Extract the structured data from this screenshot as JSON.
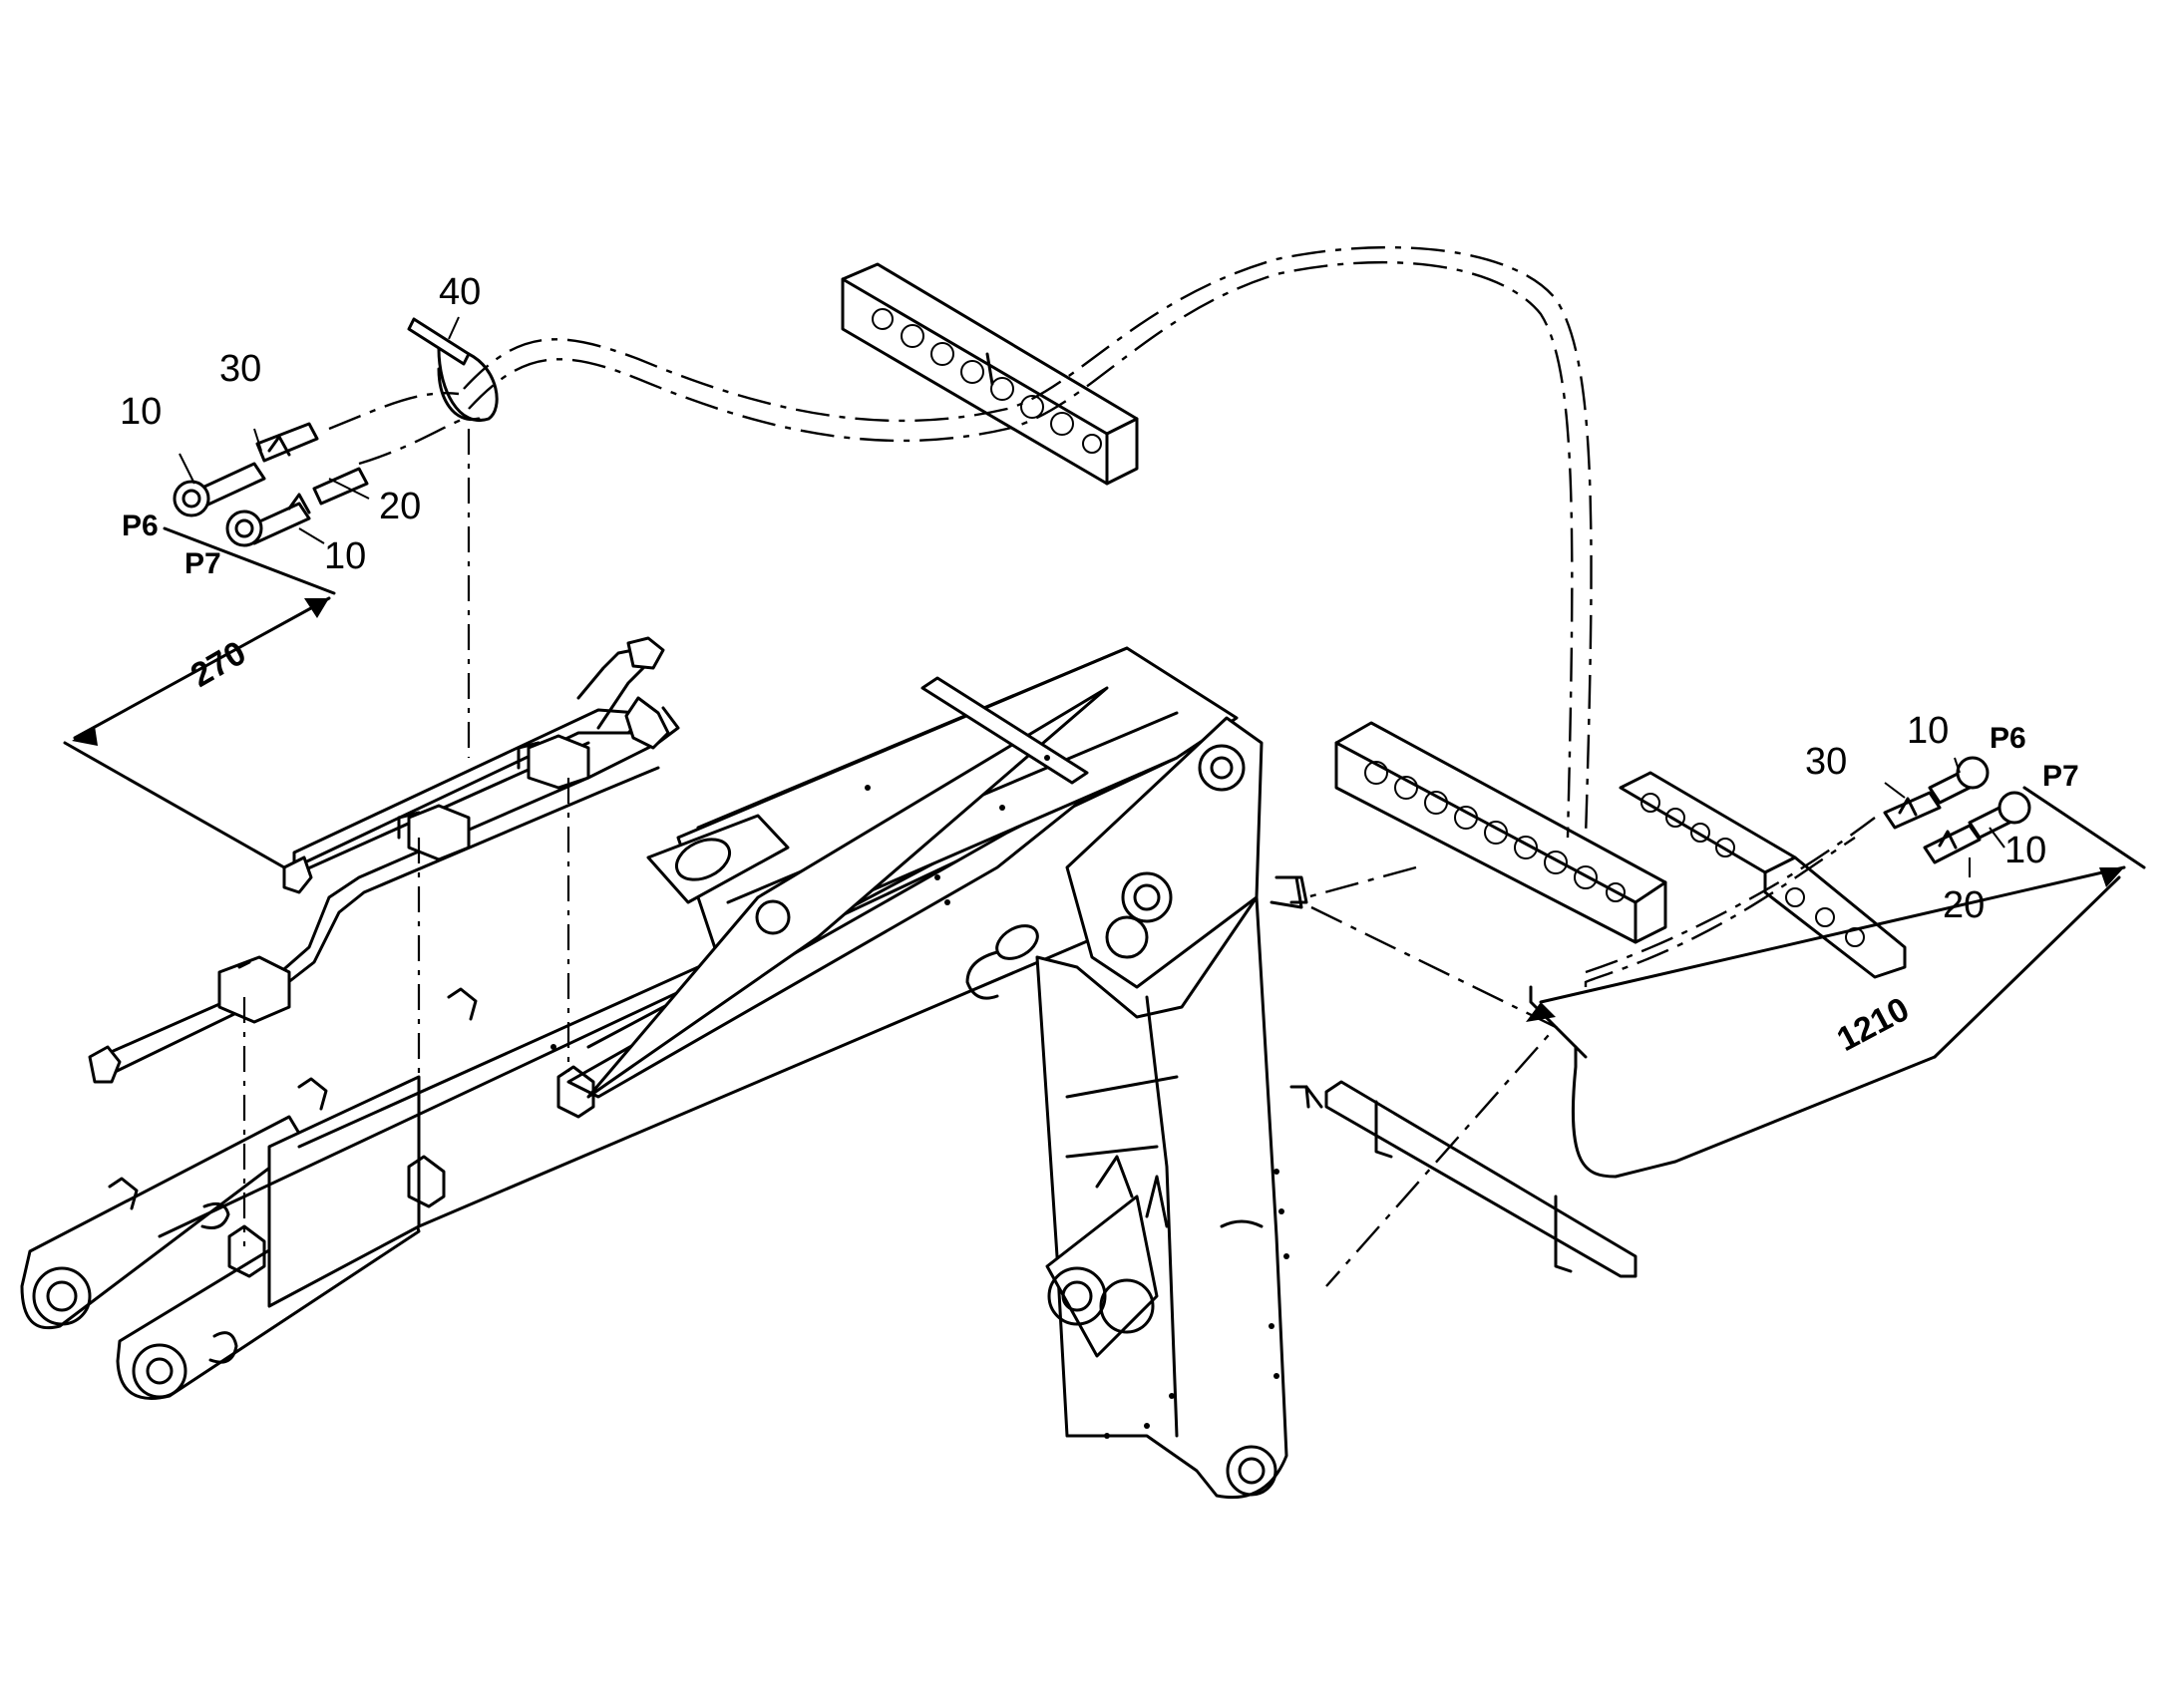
{
  "callouts": {
    "left_40": "40",
    "left_30": "30",
    "left_10_top": "10",
    "left_20": "20",
    "left_10_bottom": "10",
    "right_10_top": "10",
    "right_30": "30",
    "right_10_bottom": "10",
    "right_20": "20"
  },
  "ports": {
    "left_p6": "P6",
    "left_p7": "P7",
    "right_p6": "P6",
    "right_p7": "P7"
  },
  "dimensions": {
    "left_length": "270",
    "right_length": "1210"
  }
}
